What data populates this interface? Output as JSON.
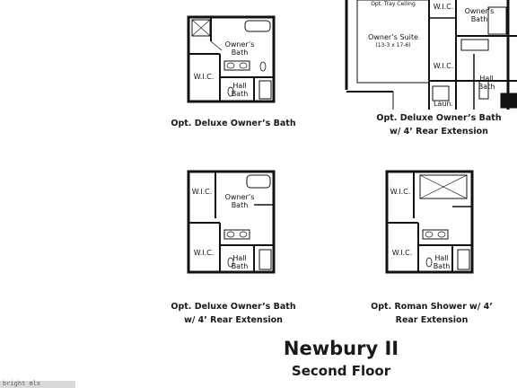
{
  "plans": [
    {
      "label": "Opt. Deluxe Owner’s Bath",
      "rooms": {
        "owners_bath": "Owner’s\nBath",
        "wic": "W.I.C.",
        "hall_bath": "Hall\nBath"
      }
    },
    {
      "label": "Opt. Deluxe Owner’s Bath\nw/ 4’ Rear Extension",
      "rooms": {
        "tray": "Opt. Tray Ceiling",
        "suite": "Owner’s Suite",
        "suite_dim": "(13-3 x 17-6)",
        "wic": "W.I.C.",
        "owners_bath": "Owner’s\nBath",
        "wic2": "W.I.C.",
        "hall_bath": "Hall\nBath",
        "laun": "Laun."
      }
    },
    {
      "label": "Opt. Deluxe Owner’s Bath\nw/ 4’ Rear Extension",
      "rooms": {
        "wic_top": "W.I.C.",
        "owners_bath": "Owner’s\nBath",
        "wic": "W.I.C.",
        "hall_bath": "Hall\nBath"
      }
    },
    {
      "label": "Opt. Roman Shower w/ 4’\nRear Extension",
      "rooms": {
        "wic_top": "W.I.C.",
        "wic": "W.I.C.",
        "hall_bath": "Hall\nBath"
      }
    }
  ],
  "title": {
    "line1": "Newbury II",
    "line2": "Second Floor"
  },
  "watermark": "bright mls"
}
